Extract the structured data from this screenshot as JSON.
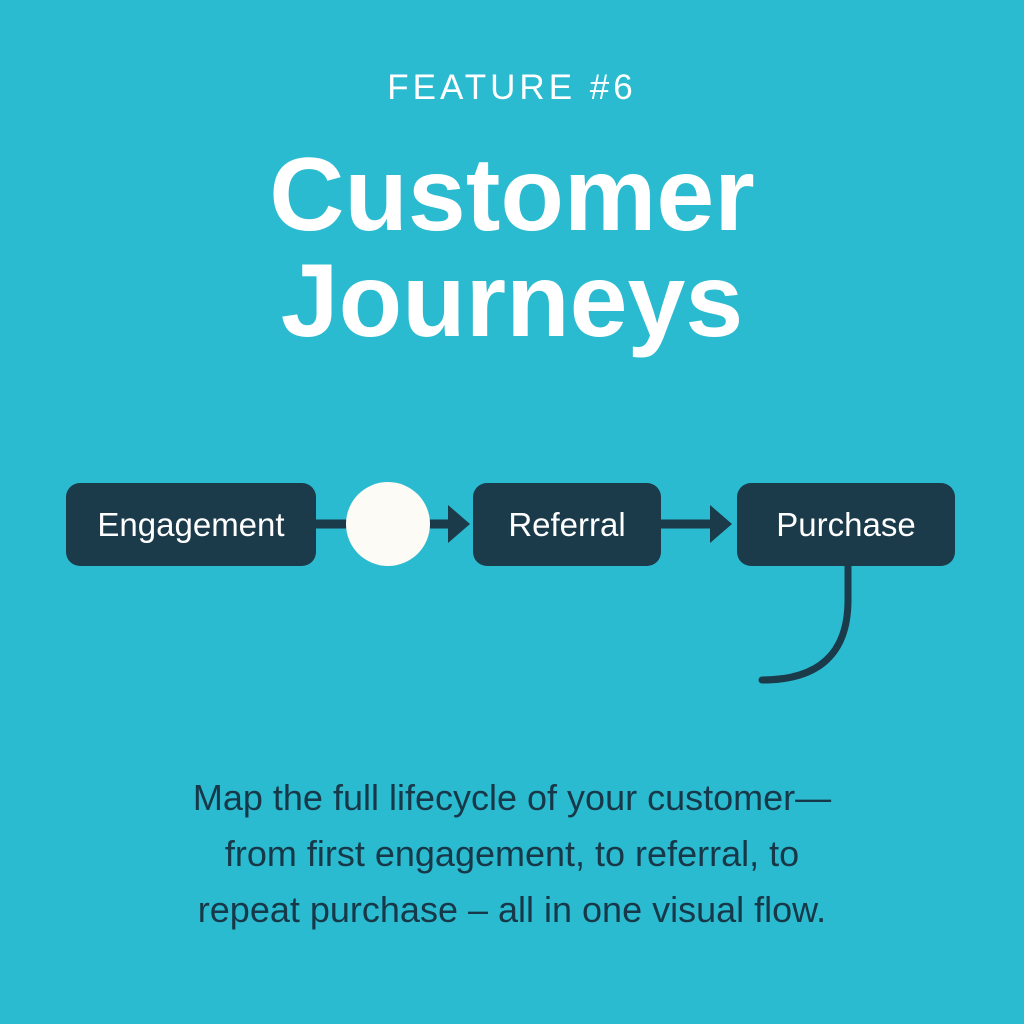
{
  "eyebrow": "FEATURE #6",
  "title": {
    "line1": "Customer",
    "line2": "Journeys"
  },
  "diagram": {
    "nodes": [
      {
        "label": "Engagement"
      },
      {
        "label": "Referral"
      },
      {
        "label": "Purchase"
      }
    ]
  },
  "description": {
    "line1": "Map the full lifecycle of your customer—",
    "line2": "from first engagement, to referral, to",
    "line3": "repeat purchase – all in one visual flow."
  },
  "colors": {
    "background": "#2bbbd0",
    "node": "#1b3a4a",
    "text": "#ffffff"
  }
}
